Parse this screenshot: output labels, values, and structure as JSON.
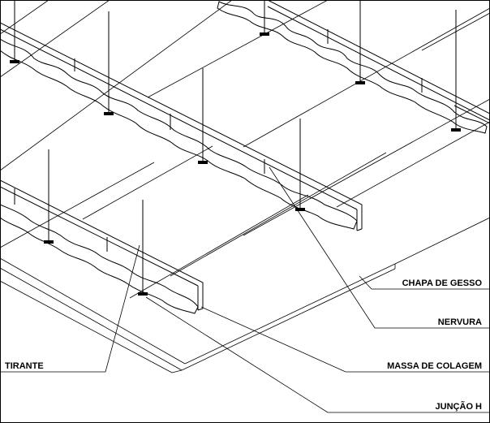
{
  "labels": {
    "chapa": "CHAPA DE GESSO",
    "nervura": "NERVURA",
    "massa": "MASSA DE COLAGEM",
    "tirante": "TIRANTE",
    "juncao": "JUNÇÃO H"
  }
}
